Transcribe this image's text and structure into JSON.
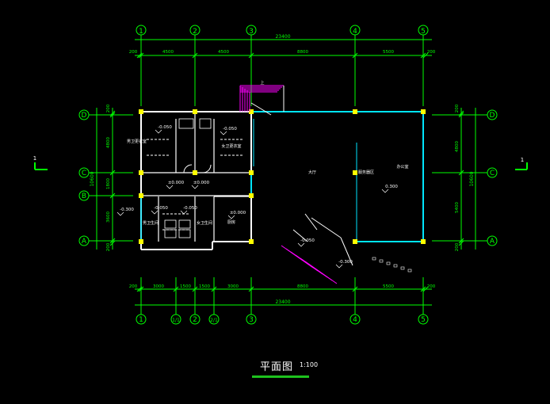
{
  "drawing": {
    "title": "平面图",
    "scale": "1:100",
    "colors": {
      "background": "#000000",
      "dimension": "#00ff00",
      "wall": "#ffffff",
      "window": "#00e5ff",
      "column": "#ffff00",
      "stair": "#ff00ff",
      "title_line": "#1ec21e"
    }
  },
  "axes": {
    "top": [
      "1",
      "2",
      "3",
      "4",
      "5"
    ],
    "bottom": [
      "1",
      "1/1",
      "2",
      "2/1",
      "3",
      "4",
      "5"
    ],
    "left": [
      "D",
      "C",
      "B",
      "A"
    ],
    "right": [
      "D",
      "C",
      "A"
    ]
  },
  "dimensions": {
    "top_total": "23400",
    "top_segments": [
      "200",
      "4500",
      "4500",
      "8800",
      "5500",
      "200"
    ],
    "bottom_total": "23400",
    "bottom_segments": [
      "200",
      "3000",
      "1500",
      "1500",
      "3000",
      "8800",
      "5500",
      "200"
    ],
    "left_total": "10600",
    "left_segments": [
      "200",
      "4800",
      "1800",
      "3600",
      "200"
    ],
    "right_total": "10600",
    "right_segments": [
      "200",
      "4800",
      "5400",
      "200"
    ]
  },
  "section_marks": {
    "left": "1",
    "right": "1"
  },
  "room_labels": [
    "男卫更衣室",
    "女卫更衣室",
    "大厅",
    "服务器区",
    "办公室",
    "男卫生间",
    "女卫生间",
    "厨房"
  ],
  "elevations": [
    "-0.050",
    "-0.050",
    "-0.300",
    "-0.050",
    "-0.050",
    "±0.000",
    "±0.000",
    "±0.000",
    "0.300",
    "-0.050",
    "-0.300"
  ],
  "misc": {
    "up_arrow": "上"
  }
}
